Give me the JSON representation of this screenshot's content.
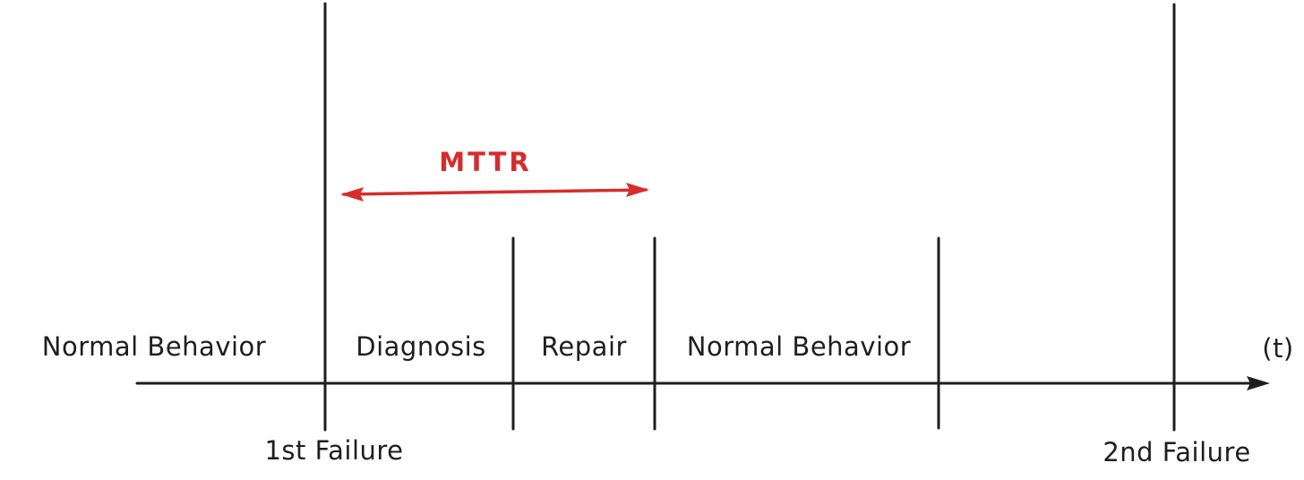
{
  "colors": {
    "ink": "#1e1e1e",
    "mttr_red": "#d62c2c",
    "background": "#ffffff"
  },
  "timeline": {
    "axis_label": "(t)",
    "segments": {
      "normal_behavior_1": "Normal Behavior",
      "diagnosis": "Diagnosis",
      "repair": "Repair",
      "normal_behavior_2": "Normal Behavior"
    },
    "events": {
      "first_failure": "1st Failure",
      "second_failure": "2nd Failure"
    },
    "mttr": {
      "label": "MTTR"
    }
  }
}
